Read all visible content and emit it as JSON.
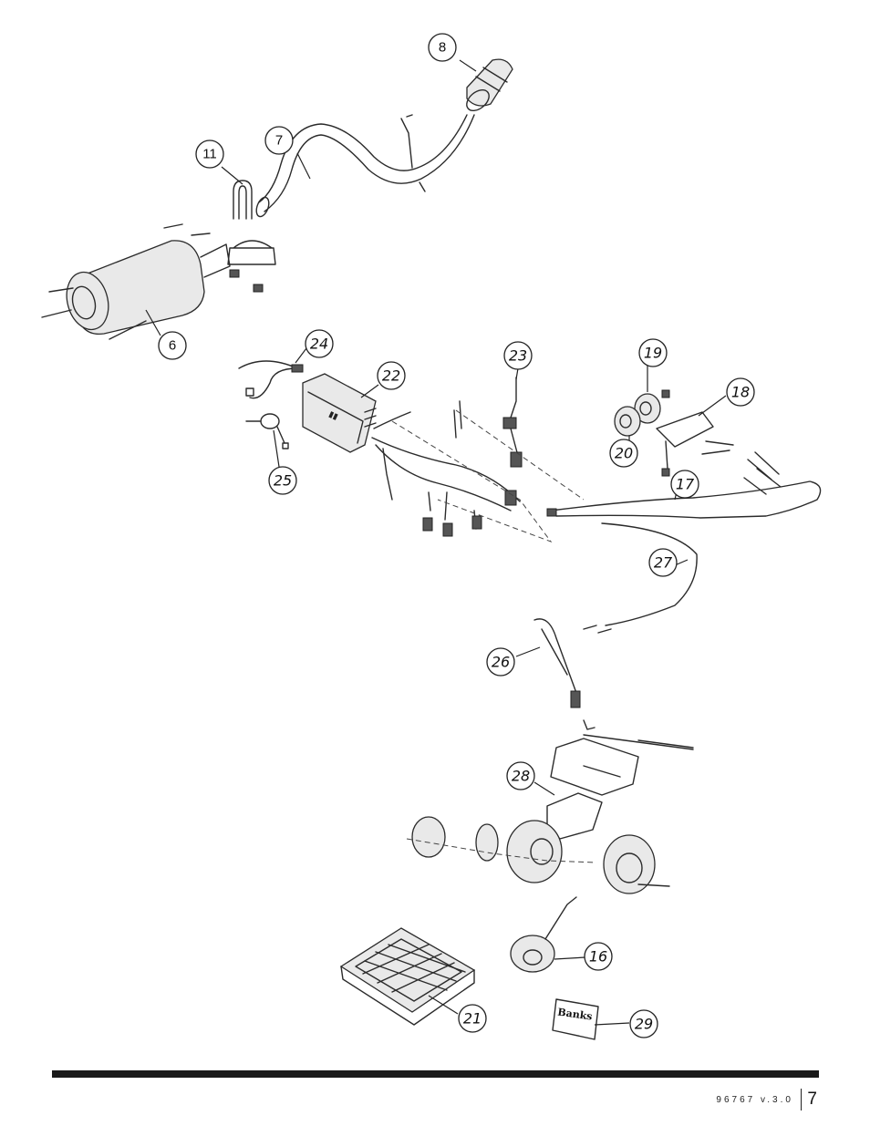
{
  "callouts": [
    {
      "id": "c8",
      "label": "8"
    },
    {
      "id": "c7",
      "label": "7"
    },
    {
      "id": "c11",
      "label": "11"
    },
    {
      "id": "c6",
      "label": "6"
    },
    {
      "id": "c24",
      "label": "24"
    },
    {
      "id": "c22",
      "label": "22"
    },
    {
      "id": "c23",
      "label": "23"
    },
    {
      "id": "c19",
      "label": "19"
    },
    {
      "id": "c18",
      "label": "18"
    },
    {
      "id": "c20",
      "label": "20"
    },
    {
      "id": "c17",
      "label": "17"
    },
    {
      "id": "c25",
      "label": "25"
    },
    {
      "id": "c27",
      "label": "27"
    },
    {
      "id": "c26",
      "label": "26"
    },
    {
      "id": "c28",
      "label": "28"
    },
    {
      "id": "c16",
      "label": "16"
    },
    {
      "id": "c21",
      "label": "21"
    },
    {
      "id": "c29",
      "label": "29"
    }
  ],
  "decal_text": "Banks",
  "footer": {
    "doc_id": "96767 v.3.0",
    "page_number": "7"
  },
  "colors": {
    "ink": "#1a1a1a",
    "background": "#ffffff"
  }
}
